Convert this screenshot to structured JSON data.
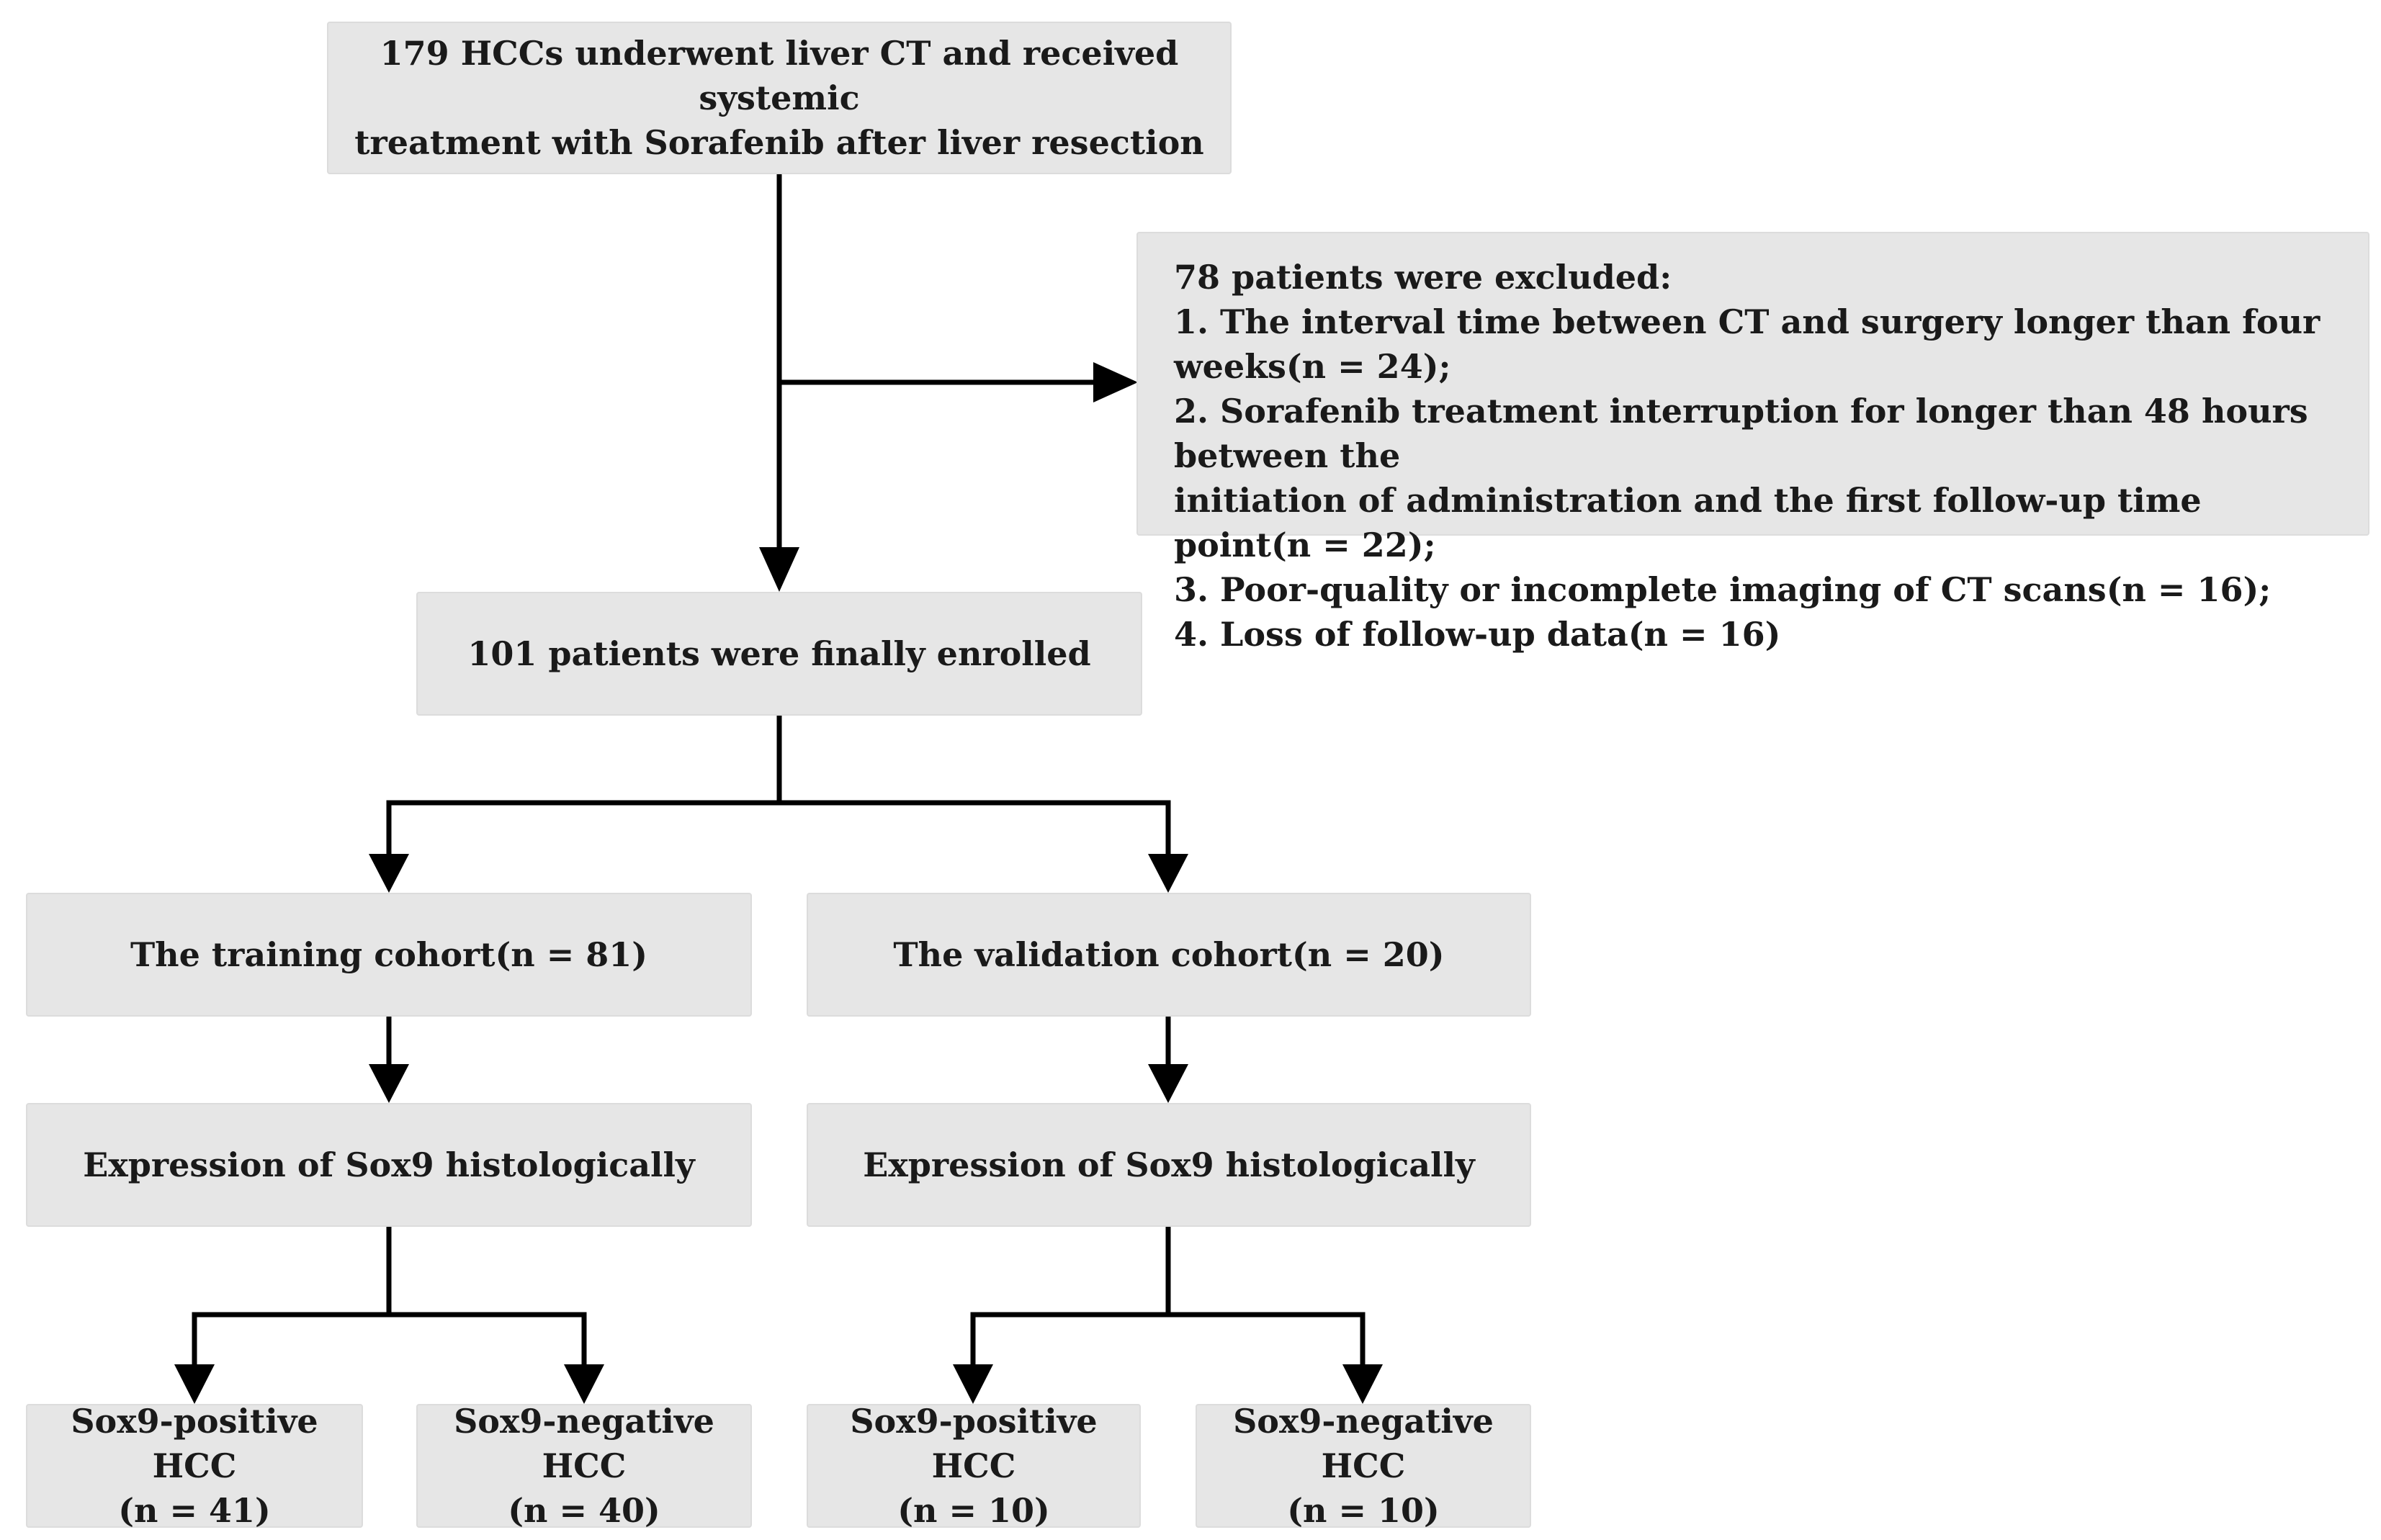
{
  "flowchart": {
    "start": {
      "line1": "179 HCCs underwent liver CT and received systemic",
      "line2": "treatment with Sorafenib after liver resection"
    },
    "excluded": {
      "heading": "78 patients were excluded:",
      "items": [
        "1. The interval time between CT and surgery longer than four weeks(n = 24);",
        "2. Sorafenib treatment interruption for longer than 48 hours between the",
        "initiation of administration and the first follow-up time point(n = 22);",
        "3. Poor-quality or incomplete imaging of CT scans(n = 16);",
        "4. Loss of follow-up data(n = 16)"
      ]
    },
    "enrolled": "101 patients were finally enrolled",
    "training": {
      "cohort": "The training cohort(n = 81)",
      "expression": "Expression of Sox9 histologically",
      "positive": {
        "label": "Sox9-positive HCC",
        "n": "(n = 41)"
      },
      "negative": {
        "label": "Sox9-negative HCC",
        "n": "(n = 40)"
      }
    },
    "validation": {
      "cohort": "The validation cohort(n = 20)",
      "expression": "Expression of Sox9 histologically",
      "positive": {
        "label": "Sox9-positive HCC",
        "n": "(n = 10)"
      },
      "negative": {
        "label": "Sox9-negative HCC",
        "n": "(n = 10)"
      }
    }
  },
  "colors": {
    "box_fill": "#e6e6e6",
    "box_border": "#dcdcdc",
    "connector": "#000000",
    "text": "#1a1a1a"
  }
}
